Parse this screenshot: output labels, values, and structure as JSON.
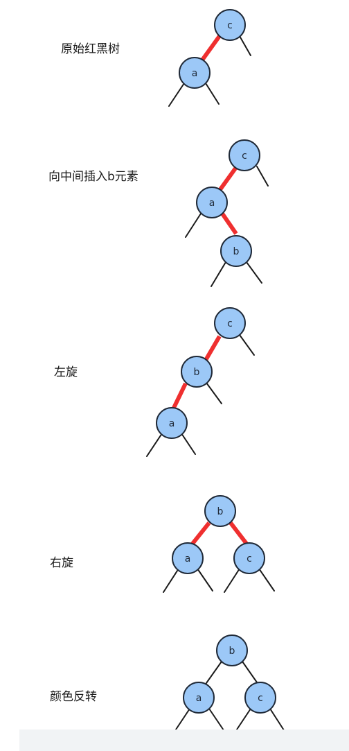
{
  "colors": {
    "node_fill": "#9cc8f7",
    "red_link": "#ef2f2f",
    "black_link": "#1a1a1a"
  },
  "steps": [
    {
      "label": "原始红黑树",
      "nodes": [
        "c",
        "a"
      ],
      "red_links": [
        [
          "c",
          "a"
        ]
      ]
    },
    {
      "label": "向中间插入b元素",
      "nodes": [
        "c",
        "a",
        "b"
      ],
      "red_links": [
        [
          "c",
          "a"
        ],
        [
          "a",
          "b"
        ]
      ]
    },
    {
      "label": "左旋",
      "nodes": [
        "c",
        "b",
        "a"
      ],
      "red_links": [
        [
          "c",
          "b"
        ],
        [
          "b",
          "a"
        ]
      ]
    },
    {
      "label": "右旋",
      "nodes": [
        "b",
        "a",
        "c"
      ],
      "red_links": [
        [
          "b",
          "a"
        ],
        [
          "b",
          "c"
        ]
      ]
    },
    {
      "label": "颜色反转",
      "nodes": [
        "b",
        "a",
        "c"
      ],
      "red_links": []
    }
  ]
}
